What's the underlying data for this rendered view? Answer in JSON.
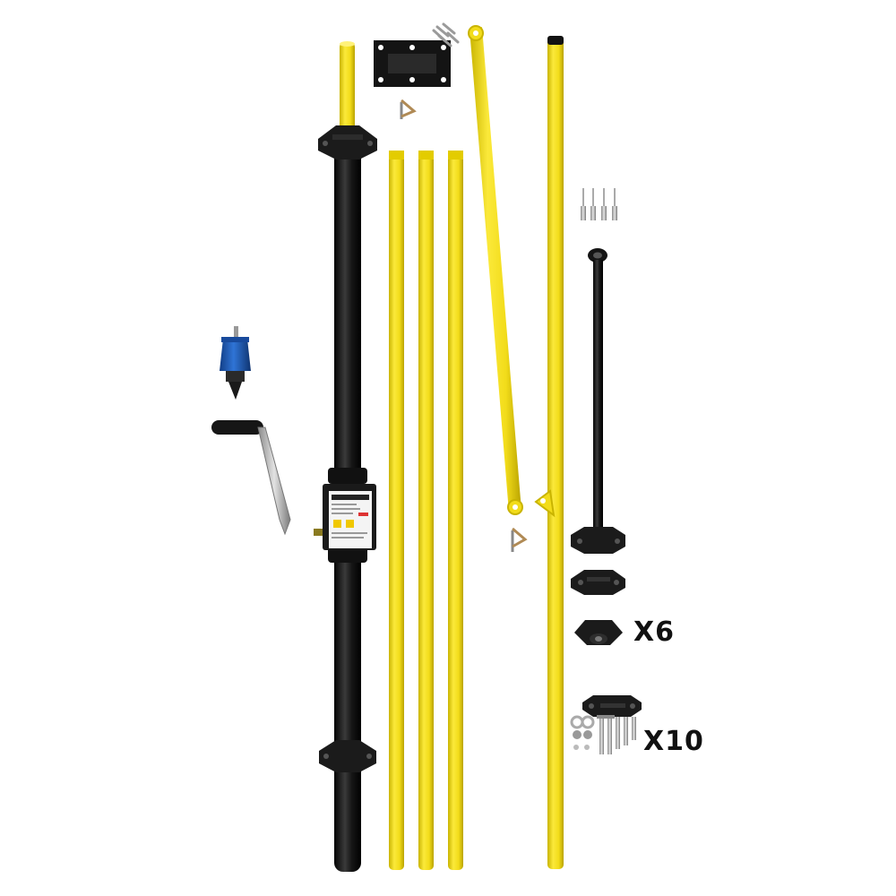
{
  "product": {
    "background_color": "#ffffff",
    "pipe_yellow": "#f2dc1a",
    "pipe_black": "#141414",
    "bracket_black": "#1b1b1b",
    "tool_blue": "#1f5fbf"
  },
  "quantities": {
    "bracket_x6": "X6",
    "bracket_x10": "X10"
  },
  "items": [
    "yellow-top-pole",
    "mounting-plate",
    "mount-screws",
    "lock-pin",
    "black-main-mast",
    "yellow-pole-sections",
    "yellow-angled-brace",
    "yellow-long-pole",
    "rivets",
    "black-t-arm",
    "blue-rivet-adapter",
    "crank-handle",
    "winch-box",
    "flat-bracket",
    "cone-bracket",
    "strap-bracket",
    "bolt-kit"
  ]
}
